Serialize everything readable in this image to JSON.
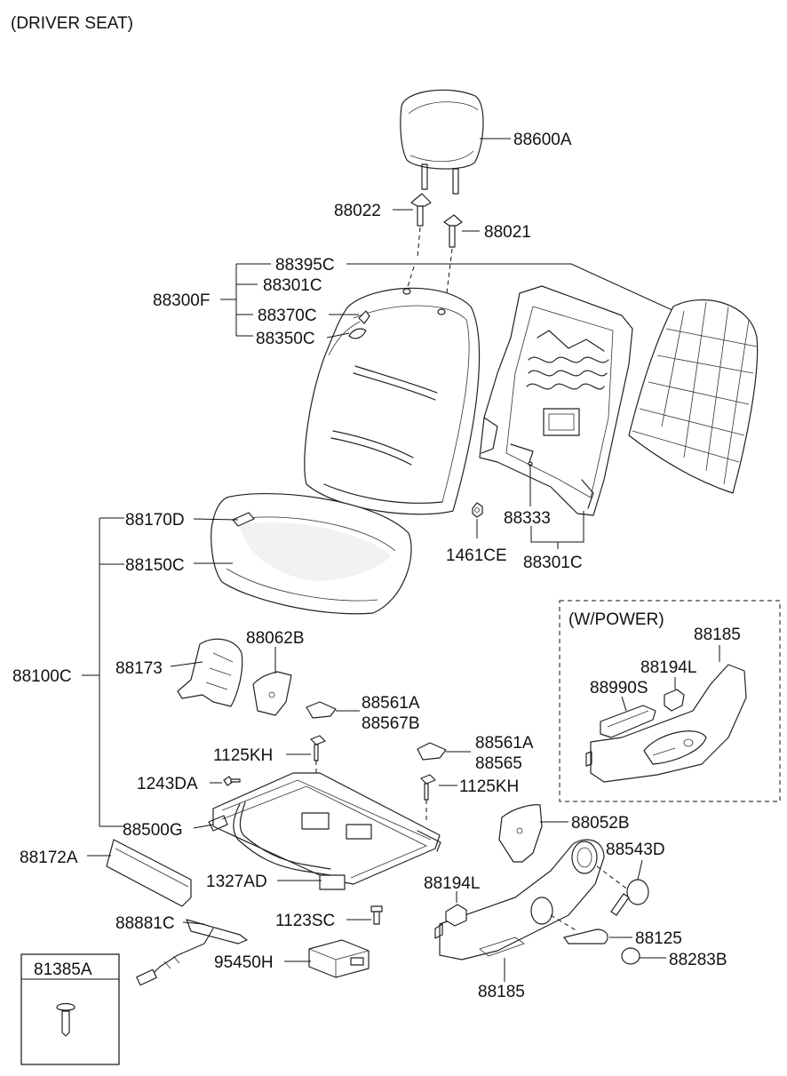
{
  "header": {
    "title": "(DRIVER SEAT)"
  },
  "power_box": {
    "title": "(W/POWER)"
  },
  "inset_box": {
    "label": "81385A"
  },
  "labels": {
    "p88600A": "88600A",
    "p88022": "88022",
    "p88021": "88021",
    "p88395C": "88395C",
    "p88301C_top": "88301C",
    "p88300F": "88300F",
    "p88370C": "88370C",
    "p88350C": "88350C",
    "p88170D": "88170D",
    "p88150C": "88150C",
    "p88333": "88333",
    "p1461CE": "1461CE",
    "p88301C_bottom": "88301C",
    "p88100C": "88100C",
    "p88173": "88173",
    "p88062B": "88062B",
    "p88561A_1": "88561A",
    "p88567B": "88567B",
    "p88561A_2": "88561A",
    "p88565": "88565",
    "p1125KH_1": "1125KH",
    "p1243DA": "1243DA",
    "p1125KH_2": "1125KH",
    "p88500G": "88500G",
    "p88052B": "88052B",
    "p88172A": "88172A",
    "p1327AD": "1327AD",
    "p88543D": "88543D",
    "p88194L_bottom": "88194L",
    "p88881C": "88881C",
    "p1123SC": "1123SC",
    "p88125": "88125",
    "p95450H": "95450H",
    "p88283B": "88283B",
    "p88185_bottom": "88185",
    "p88185_power": "88185",
    "p88194L_power": "88194L",
    "p88990S": "88990S"
  }
}
